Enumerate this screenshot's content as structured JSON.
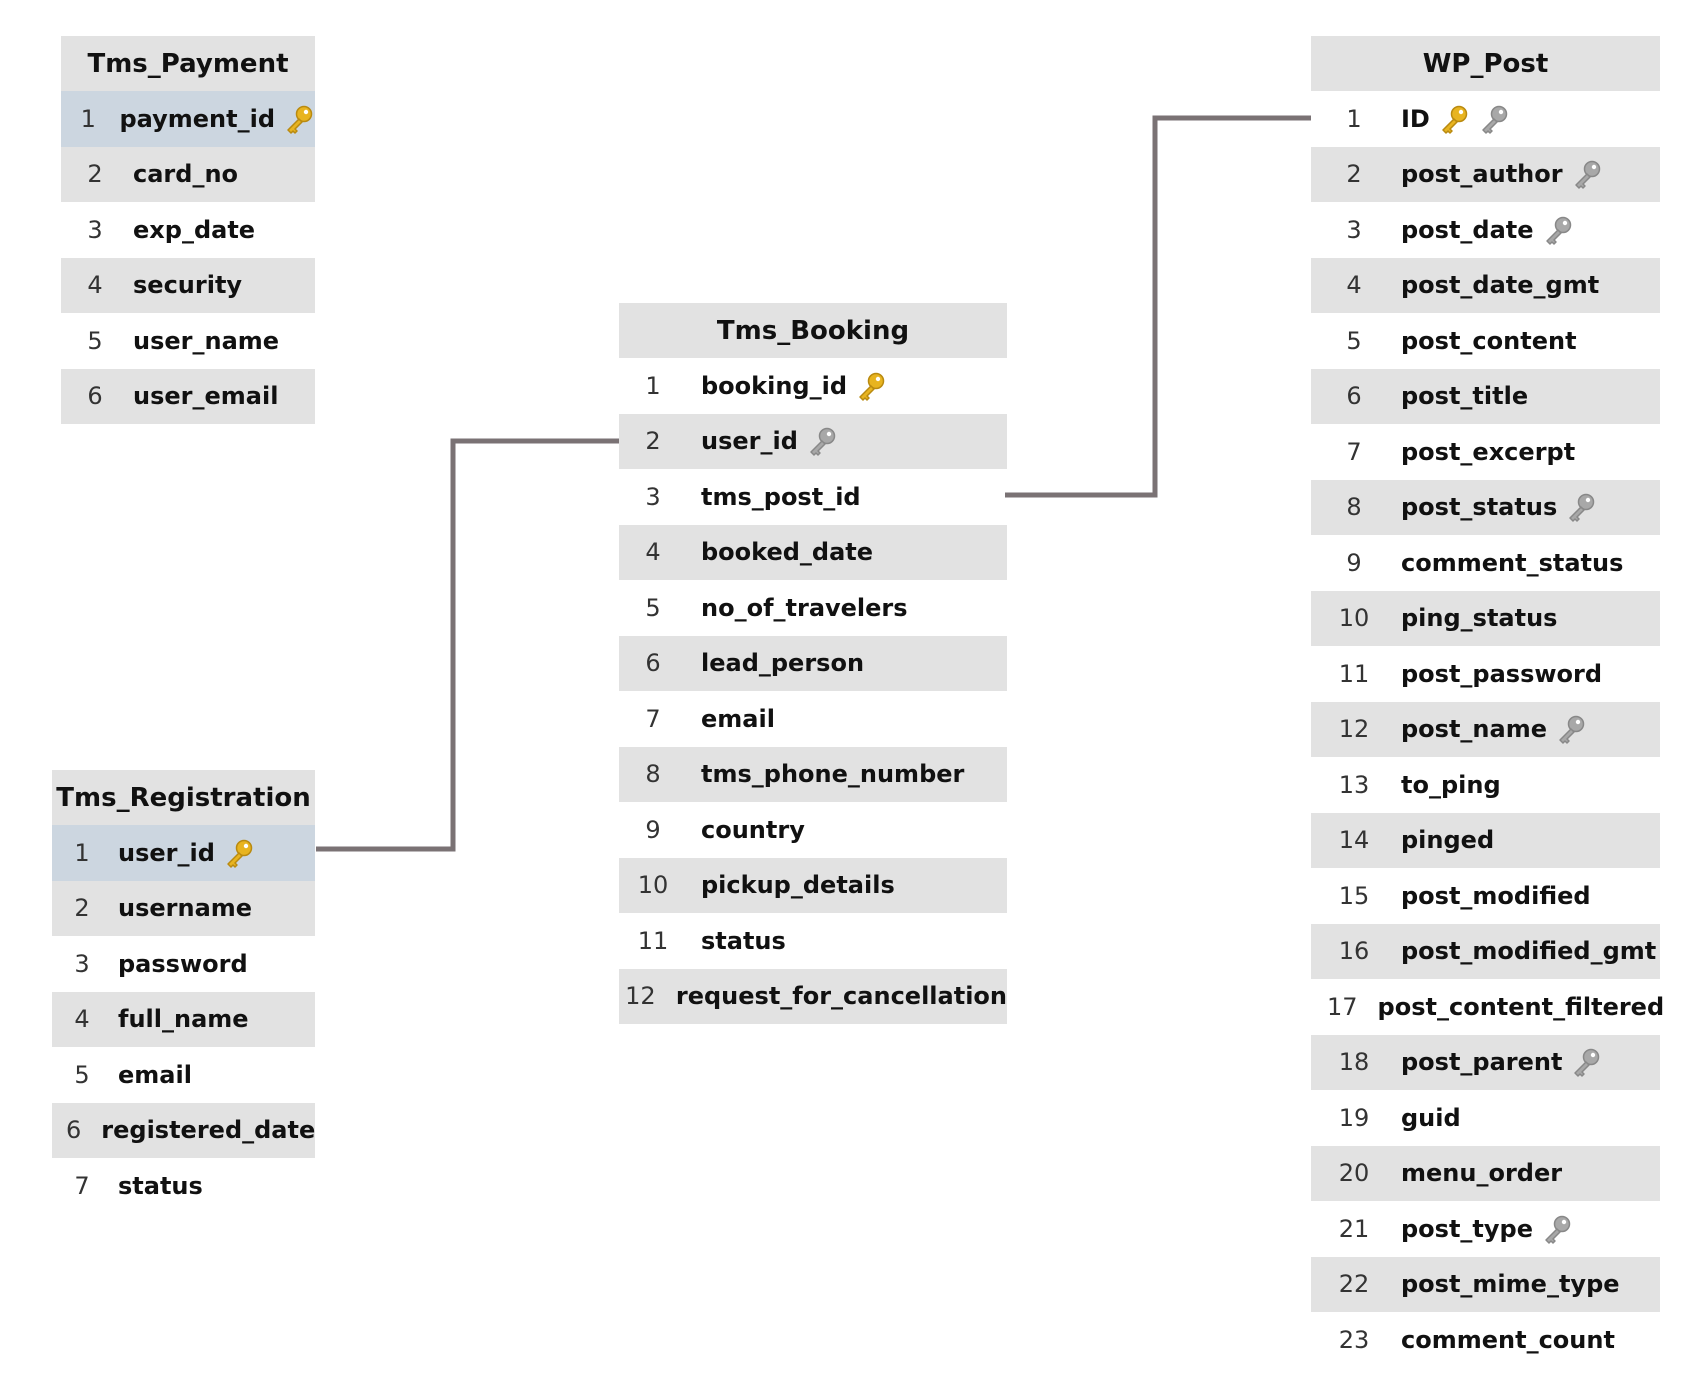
{
  "tables": {
    "payment": {
      "title": "Tms_Payment",
      "rows": [
        {
          "num": "1",
          "name": "payment_id",
          "key": "primary"
        },
        {
          "num": "2",
          "name": "card_no"
        },
        {
          "num": "3",
          "name": "exp_date"
        },
        {
          "num": "4",
          "name": "security"
        },
        {
          "num": "5",
          "name": "user_name"
        },
        {
          "num": "6",
          "name": "user_email"
        }
      ]
    },
    "registration": {
      "title": "Tms_Registration",
      "rows": [
        {
          "num": "1",
          "name": "user_id",
          "key": "primary"
        },
        {
          "num": "2",
          "name": "username"
        },
        {
          "num": "3",
          "name": "password"
        },
        {
          "num": "4",
          "name": "full_name"
        },
        {
          "num": "5",
          "name": "email"
        },
        {
          "num": "6",
          "name": "registered_date"
        },
        {
          "num": "7",
          "name": "status"
        }
      ]
    },
    "booking": {
      "title": "Tms_Booking",
      "rows": [
        {
          "num": "1",
          "name": "booking_id",
          "key": "primary"
        },
        {
          "num": "2",
          "name": "user_id",
          "key": "index"
        },
        {
          "num": "3",
          "name": "tms_post_id"
        },
        {
          "num": "4",
          "name": "booked_date"
        },
        {
          "num": "5",
          "name": "no_of_travelers"
        },
        {
          "num": "6",
          "name": "lead_person"
        },
        {
          "num": "7",
          "name": "email"
        },
        {
          "num": "8",
          "name": "tms_phone_number"
        },
        {
          "num": "9",
          "name": "country"
        },
        {
          "num": "10",
          "name": "pickup_details"
        },
        {
          "num": "11",
          "name": "status"
        },
        {
          "num": "12",
          "name": "request_for_cancellation"
        }
      ]
    },
    "wppost": {
      "title": "WP_Post",
      "rows": [
        {
          "num": "1",
          "name": "ID",
          "key": "primary+index"
        },
        {
          "num": "2",
          "name": "post_author",
          "key": "index"
        },
        {
          "num": "3",
          "name": "post_date",
          "key": "index"
        },
        {
          "num": "4",
          "name": "post_date_gmt"
        },
        {
          "num": "5",
          "name": "post_content"
        },
        {
          "num": "6",
          "name": "post_title"
        },
        {
          "num": "7",
          "name": "post_excerpt"
        },
        {
          "num": "8",
          "name": "post_status",
          "key": "index"
        },
        {
          "num": "9",
          "name": "comment_status"
        },
        {
          "num": "10",
          "name": "ping_status"
        },
        {
          "num": "11",
          "name": "post_password"
        },
        {
          "num": "12",
          "name": "post_name",
          "key": "index"
        },
        {
          "num": "13",
          "name": "to_ping"
        },
        {
          "num": "14",
          "name": "pinged"
        },
        {
          "num": "15",
          "name": "post_modified"
        },
        {
          "num": "16",
          "name": "post_modified_gmt"
        },
        {
          "num": "17",
          "name": "post_content_filtered"
        },
        {
          "num": "18",
          "name": "post_parent",
          "key": "index"
        },
        {
          "num": "19",
          "name": "guid"
        },
        {
          "num": "20",
          "name": "menu_order"
        },
        {
          "num": "21",
          "name": "post_type",
          "key": "index"
        },
        {
          "num": "22",
          "name": "post_mime_type"
        },
        {
          "num": "23",
          "name": "comment_count"
        }
      ]
    }
  },
  "relations": [
    {
      "from": "registration.user_id",
      "to": "booking.user_id"
    },
    {
      "from": "booking.tms_post_id",
      "to": "wppost.ID"
    }
  ],
  "colors": {
    "header": "#e2e2e2",
    "shade": "#e2e2e2",
    "primary_row": "#ccd6e0",
    "link": "#7a7274",
    "primary_key": "#e8b420",
    "index_key": "#a8a8a8"
  }
}
